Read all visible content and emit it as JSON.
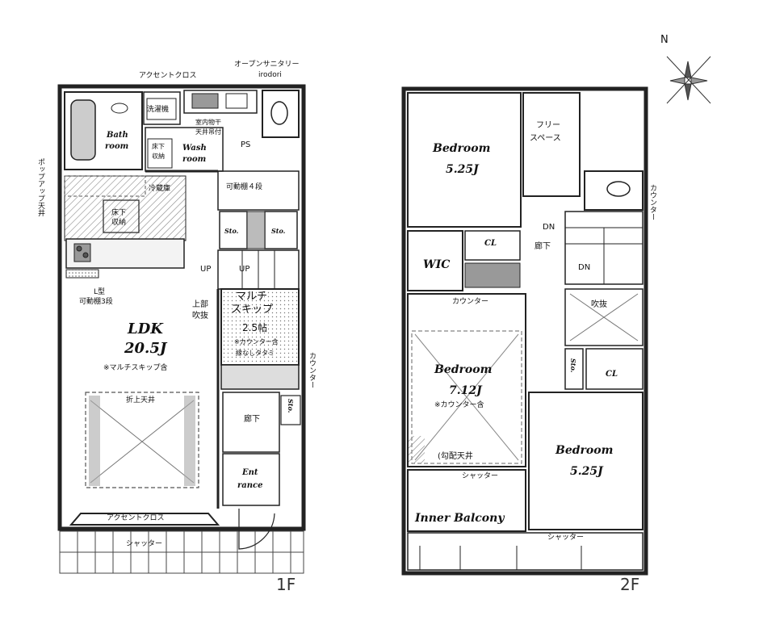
{
  "floor1": {
    "floor_label": "1F",
    "accent_cross_top": "アクセントクロス",
    "open_sanitary": "オープンサニタリー",
    "irodori": "irodori",
    "laundry": "洗濯機",
    "bath_1": "Bath",
    "bath_2": "room",
    "indoor_dry_1": "室内物干",
    "indoor_dry_2": "天井吊付",
    "underfloor_small_1": "床下",
    "underfloor_small_2": "収納",
    "wash_1": "Wash",
    "wash_2": "room",
    "ps": "PS",
    "popup_ceiling": "ポップアップ天井",
    "fridge": "冷蔵庫",
    "underfloor_1": "床下",
    "underfloor_2": "収納",
    "movable_shelf_4": "可動棚４段",
    "sto_a": "Sto.",
    "sto_b": "Sto.",
    "up_a": "UP",
    "up_b": "UP",
    "l_shape_1": "L型",
    "l_shape_2": "可動棚3段",
    "upper_void_1": "上部",
    "upper_void_2": "吹抜",
    "multi_skip_1": "マルチ",
    "multi_skip_2": "スキップ",
    "multi_skip_3": "2.5帖",
    "multi_skip_4": "※カウンター含",
    "multi_skip_5": "縁なしタタミ",
    "counter_side": "カウンター",
    "ldk": "LDK",
    "ldk_size": "20.5J",
    "ldk_note": "※マルチスキップ含",
    "folded_ceiling": "折上天井",
    "corridor": "廊下",
    "sto_c": "Sto.",
    "entrance_1": "Ent",
    "entrance_2": "rance",
    "accent_cross_bottom": "アクセントクロス",
    "shutter": "シャッター"
  },
  "floor2": {
    "floor_label": "2F",
    "bedroom_a": "Bedroom",
    "bedroom_a_size": "5.25J",
    "free_space_1": "フリー",
    "free_space_2": "スペース",
    "counter_wc": "カウンター",
    "dn_a": "DN",
    "corridor": "廊下",
    "cl_a": "CL",
    "wic": "WIC",
    "dn_b": "DN",
    "counter_wic": "カウンター",
    "void": "吹抜",
    "sto": "Sto.",
    "cl_b": "CL",
    "bedroom_b": "Bedroom",
    "bedroom_b_size": "7.12J",
    "bedroom_b_note": "※カウンター含",
    "sloped_ceiling": "(勾配天井",
    "shutter_a": "シャッター",
    "bedroom_c": "Bedroom",
    "bedroom_c_size": "5.25J",
    "inner_balcony": "Inner Balcony",
    "shutter_b": "シャッター"
  },
  "compass_label": "N"
}
